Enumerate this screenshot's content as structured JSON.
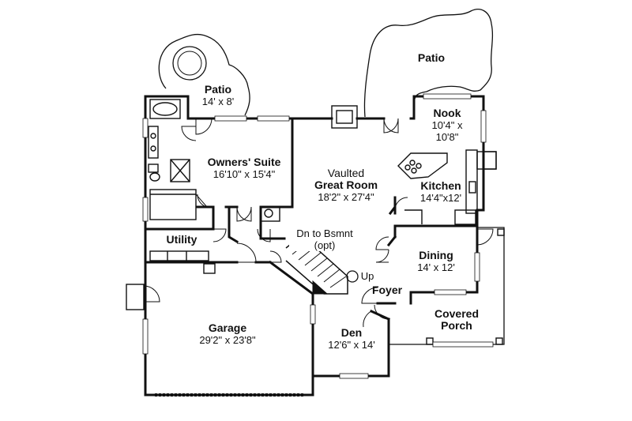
{
  "rooms": {
    "patio_left": {
      "name": "Patio",
      "size": "14' x 8'"
    },
    "patio_right": {
      "name": "Patio"
    },
    "nook": {
      "name": "Nook",
      "size_line1": "10'4\" x",
      "size_line2": "10'8\""
    },
    "owners_suite": {
      "name": "Owners' Suite",
      "size": "16'10\" x 15'4\""
    },
    "great_room": {
      "prefix": "Vaulted",
      "name": "Great Room",
      "size": "18'2\" x 27'4\""
    },
    "kitchen": {
      "name": "Kitchen",
      "size": "14'4\"x12'"
    },
    "utility": {
      "name": "Utility"
    },
    "stairs_down": {
      "line1": "Dn to Bsmnt",
      "line2": "(opt)"
    },
    "stairs_up": {
      "label": "Up"
    },
    "dining": {
      "name": "Dining",
      "size": "14' x 12'"
    },
    "foyer": {
      "name": "Foyer"
    },
    "garage": {
      "name": "Garage",
      "size": "29'2\" x 23'8\""
    },
    "den": {
      "name": "Den",
      "size": "12'6\" x 14'"
    },
    "covered_porch": {
      "name_line1": "Covered",
      "name_line2": "Porch"
    }
  },
  "colors": {
    "wall": "#111111",
    "background": "#ffffff",
    "fixture": "#333333"
  }
}
